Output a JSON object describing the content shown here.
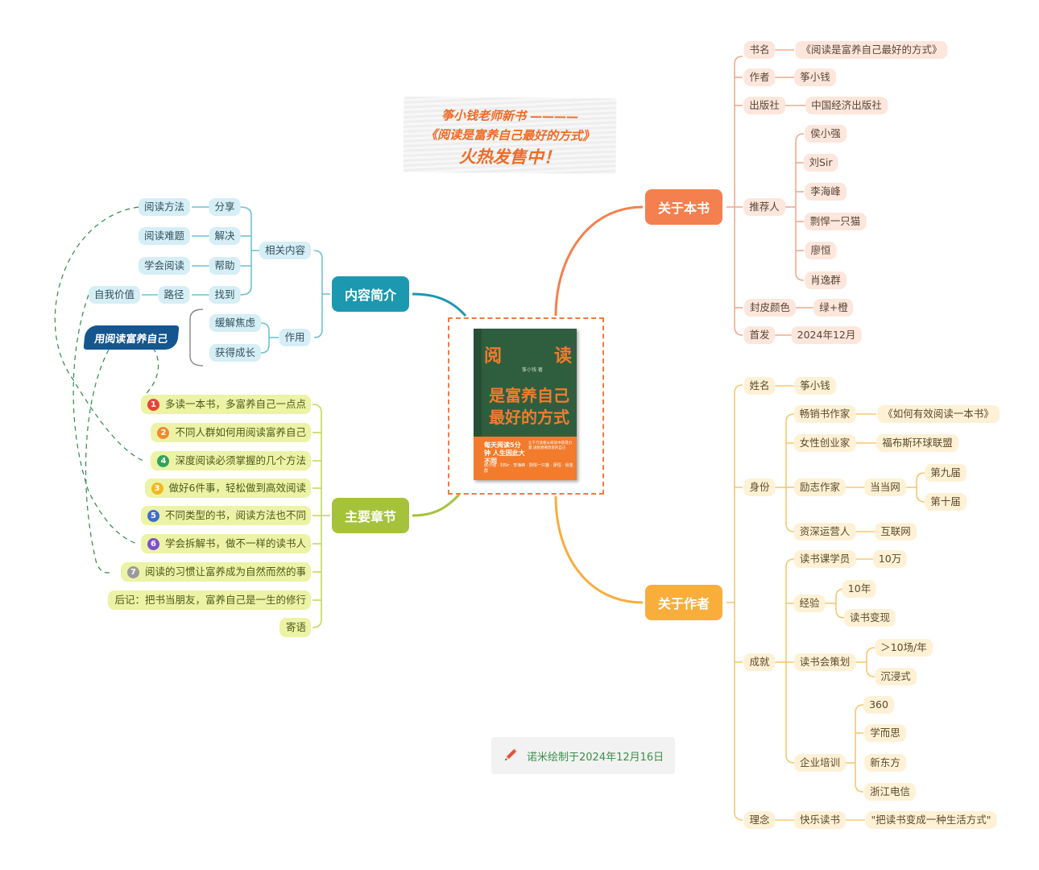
{
  "center": {
    "cover_top_left": "阅",
    "cover_top_right": "读",
    "cover_author": "筝小钱 著",
    "cover_title": "是富养自己最好的方式",
    "cover_tagline": "每天阅读5分钟 人生因此大不同",
    "cover_small": "让千万读者从阅读中获得力量 送给想要改变的自己",
    "cover_recommenders": "侯小强 · 刘Sir · 李海峰 · 剽悍一只猫 · 廖恒 · 肖逸群"
  },
  "banner": {
    "line1": "筝小钱老师新书 ————",
    "line2": "《阅读是富养自己最好的方式》",
    "line3": "火热发售中！"
  },
  "about_book": {
    "label": "关于本书",
    "name_label": "书名",
    "name_value": "《阅读是富养自己最好的方式》",
    "author_label": "作者",
    "author_value": "筝小钱",
    "publisher_label": "出版社",
    "publisher_value": "中国经济出版社",
    "recommenders_label": "推荐人",
    "recommenders": [
      "侯小强",
      "刘Sir",
      "李海峰",
      "剽悍一只猫",
      "廖恒",
      "肖逸群"
    ],
    "cover_color_label": "封皮颜色",
    "cover_color_value": "绿+橙",
    "premiere_label": "首发",
    "premiere_value": "2024年12月"
  },
  "about_author": {
    "label": "关于作者",
    "name_label": "姓名",
    "name_value": "筝小钱",
    "identity_label": "身份",
    "bestseller_label": "畅销书作家",
    "bestseller_value": "《如何有效阅读一本书》",
    "female_label": "女性创业家",
    "female_value": "福布斯环球联盟",
    "inspire_label": "励志作家",
    "inspire_value": "当当网",
    "inspire_sub": [
      "第九届",
      "第十届"
    ],
    "ops_label": "资深运营人",
    "ops_value": "互联网",
    "achieve_label": "成就",
    "students_label": "读书课学员",
    "students_value": "10万",
    "exp_label": "经验",
    "exp_values": [
      "10年",
      "读书变现"
    ],
    "club_label": "读书会策划",
    "club_values": [
      "＞10场/年",
      "沉浸式"
    ],
    "corp_label": "企业培训",
    "corp_values": [
      "360",
      "学而思",
      "新东方",
      "浙江电信"
    ],
    "idea_label": "理念",
    "idea_key": "快乐读书",
    "idea_value": "\"把读书变成一种生活方式\""
  },
  "intro": {
    "label": "内容简介",
    "related_label": "相关内容",
    "related": [
      {
        "verb": "分享",
        "obj": "阅读方法"
      },
      {
        "verb": "解决",
        "obj": "阅读难题"
      },
      {
        "verb": "帮助",
        "obj": "学会阅读"
      },
      {
        "verb": "找到",
        "obj": "路径",
        "obj2": "自我价值"
      }
    ],
    "effect_label": "作用",
    "effects": [
      "缓解焦虑",
      "获得成长"
    ],
    "summary_tag": "用阅读富养自己"
  },
  "chapters": {
    "label": "主要章节",
    "items": [
      {
        "num": "1",
        "color": "#e8443a",
        "text": "多读一本书，多富养自己一点点"
      },
      {
        "num": "2",
        "color": "#f08a2c",
        "text": "不同人群如何用阅读富养自己"
      },
      {
        "num": "4",
        "color": "#2fa35a",
        "text": "深度阅读必须掌握的几个方法"
      },
      {
        "num": "3",
        "color": "#f2b81e",
        "text": "做好6件事，轻松做到高效阅读"
      },
      {
        "num": "5",
        "color": "#3d6fd1",
        "text": "不同类型的书，阅读方法也不同"
      },
      {
        "num": "6",
        "color": "#7b4fcf",
        "text": "学会拆解书，做不一样的读书人"
      },
      {
        "num": "7",
        "color": "#9a9a9a",
        "text": "阅读的习惯让富养成为自然而然的事"
      },
      {
        "num": "",
        "color": "",
        "text": "后记：把书当朋友，富养自己是一生的修行"
      },
      {
        "num": "",
        "color": "",
        "text": "寄语"
      }
    ]
  },
  "footer": {
    "icon": "pencil-icon",
    "text": "诺米绘制于2024年12月16日"
  },
  "colors": {
    "book_branch": "#f47f4f",
    "author_branch": "#f9ad3b",
    "intro_branch": "#1c98b1",
    "chapter_branch": "#a5c23a"
  }
}
